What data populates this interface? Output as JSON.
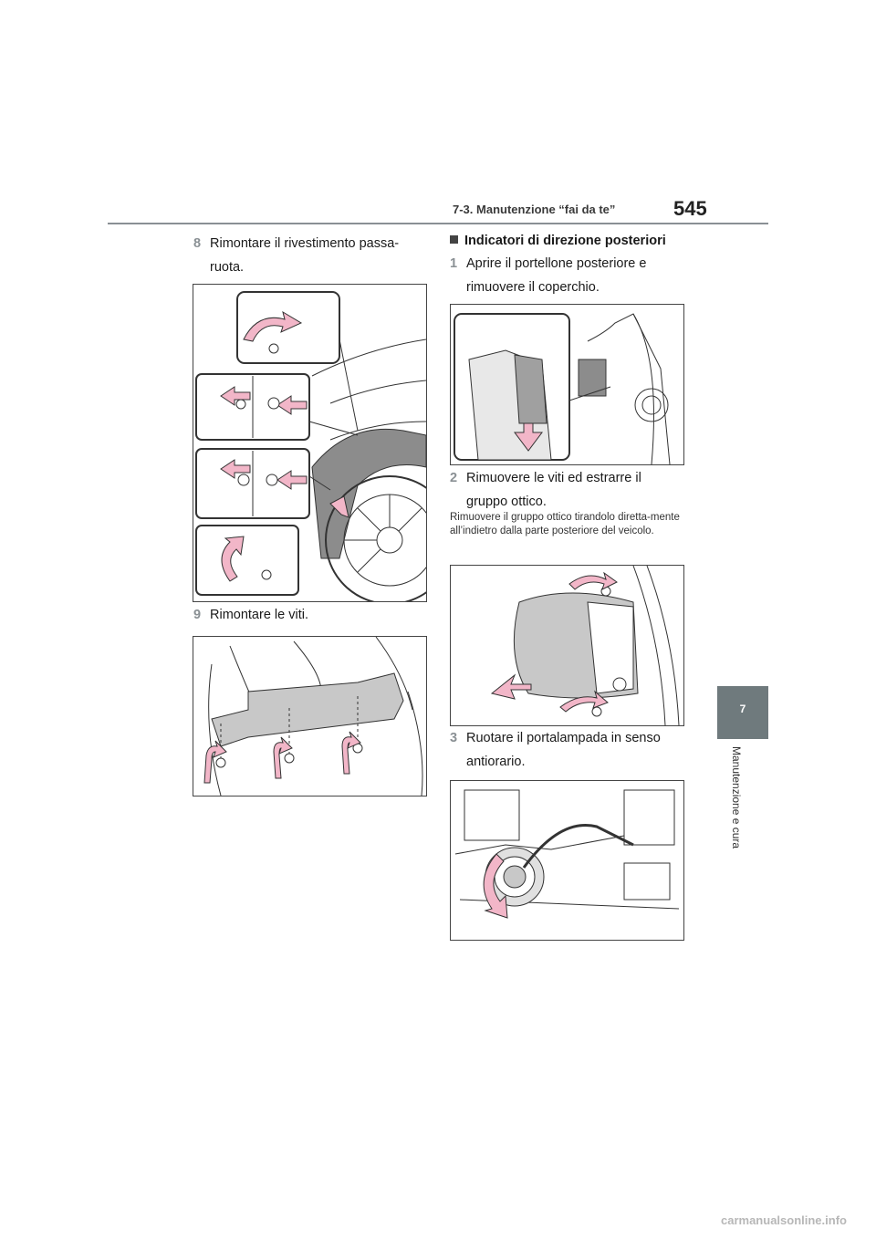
{
  "header": {
    "section": "7-3. Manutenzione “fai da te”",
    "page_number": "545"
  },
  "side_tab": {
    "chapter_number": "7",
    "chapter_title": "Manutenzione e cura"
  },
  "left_column": {
    "step8": {
      "number": "8",
      "text": "Rimontare il rivestimento passa-ruota."
    },
    "step9": {
      "number": "9",
      "text": "Rimontare le viti."
    }
  },
  "right_column": {
    "heading": "Indicatori di direzione posteriori",
    "step1": {
      "number": "1",
      "text": "Aprire il portellone posteriore e rimuovere il coperchio."
    },
    "step2": {
      "number": "2",
      "text": "Rimuovere le viti ed estrarre il gruppo ottico."
    },
    "note": "Rimuovere il gruppo ottico tirandolo diretta-mente all’indietro dalla parte posteriore del veicolo.",
    "step3": {
      "number": "3",
      "text": "Ruotare il portalampada in senso antiorario."
    }
  },
  "watermark": "carmanualsonline.info",
  "colors": {
    "accent_gray": "#8a9094",
    "tab_gray": "#6f7a7d",
    "arrow_pink": "#f2b6c8"
  }
}
